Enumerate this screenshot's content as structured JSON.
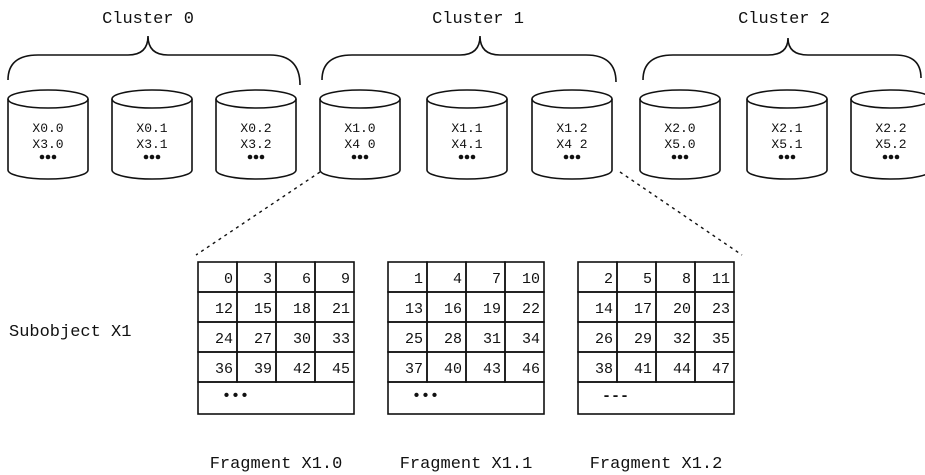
{
  "clusters": [
    {
      "label": "Cluster 0",
      "disks": [
        {
          "line1": "X0.0",
          "line2": "X3.0"
        },
        {
          "line1": "X0.1",
          "line2": "X3.1"
        },
        {
          "line1": "X0.2",
          "line2": "X3.2"
        }
      ]
    },
    {
      "label": "Cluster 1",
      "disks": [
        {
          "line1": "X1.0",
          "line2": "X4 0"
        },
        {
          "line1": "X1.1",
          "line2": "X4.1"
        },
        {
          "line1": "X1.2",
          "line2": "X4 2"
        }
      ]
    },
    {
      "label": "Cluster 2",
      "disks": [
        {
          "line1": "X2.0",
          "line2": "X5.0"
        },
        {
          "line1": "X2.1",
          "line2": "X5.1"
        },
        {
          "line1": "X2.2",
          "line2": "X5.2"
        }
      ]
    }
  ],
  "subobject_label": "Subobject X1",
  "fragments": [
    {
      "label": "Fragment X1.0",
      "rows": [
        [
          "0",
          "3",
          "6",
          "9"
        ],
        [
          "12",
          "15",
          "18",
          "21"
        ],
        [
          "24",
          "27",
          "30",
          "33"
        ],
        [
          "36",
          "39",
          "42",
          "45"
        ]
      ],
      "more": "•••"
    },
    {
      "label": "Fragment X1.1",
      "rows": [
        [
          "1",
          "4",
          "7",
          "10"
        ],
        [
          "13",
          "16",
          "19",
          "22"
        ],
        [
          "25",
          "28",
          "31",
          "34"
        ],
        [
          "37",
          "40",
          "43",
          "46"
        ]
      ],
      "more": "•••"
    },
    {
      "label": "Fragment X1.2",
      "rows": [
        [
          "2",
          "5",
          "8",
          "11"
        ],
        [
          "14",
          "17",
          "20",
          "23"
        ],
        [
          "26",
          "29",
          "32",
          "35"
        ],
        [
          "38",
          "41",
          "44",
          "47"
        ]
      ],
      "more": "---"
    }
  ]
}
